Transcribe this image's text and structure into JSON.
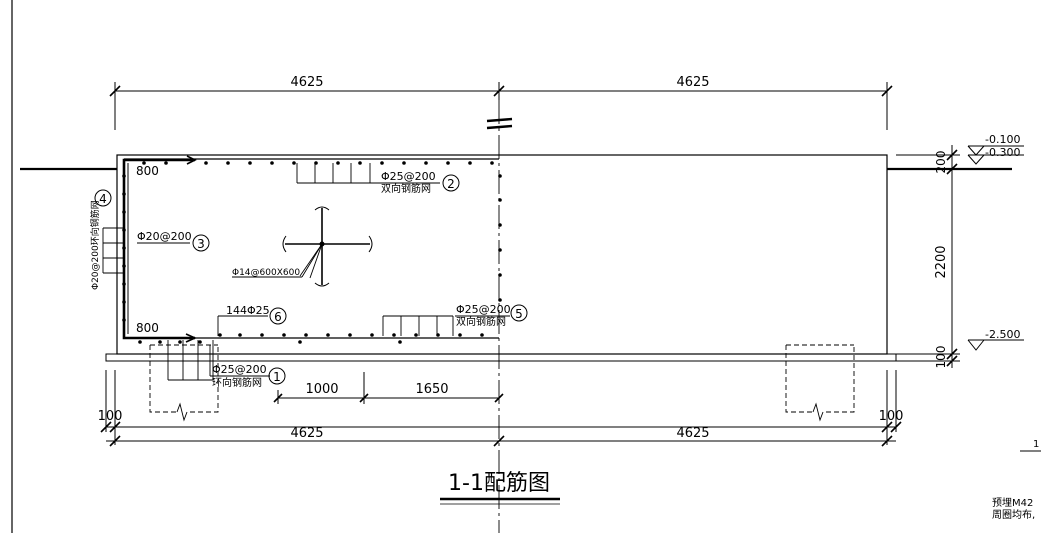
{
  "dims": {
    "top_left": "4625",
    "top_right": "4625",
    "bottom_left": "4625",
    "bottom_right": "4625",
    "inner_a": "1000",
    "inner_b": "1650",
    "left_100": "100",
    "right_100": "100",
    "h_200": "200",
    "h_2200": "2200",
    "h_100": "100"
  },
  "elevations": {
    "e1": "-0.100",
    "e2": "-0.300",
    "e3": "-2.500"
  },
  "labels": {
    "top_800": "800",
    "bottom_800": "800",
    "rebar_top": "Φ25@200",
    "rebar_top_note": "双向钢筋网",
    "rebar_wall": "Φ20@200",
    "rebar_wall_ring": "Φ20@200环向钢筋网",
    "grid_rebar": "Φ14@600X600",
    "bar_144": "144Φ25",
    "rebar_bot_right": "Φ25@200",
    "rebar_bot_right_note": "双向钢筋网",
    "rebar_bot_left": "Φ25@200",
    "rebar_bot_left_note": "环向钢筋网"
  },
  "callouts": {
    "c1": "1",
    "c2": "2",
    "c3": "3",
    "c4": "4",
    "c5": "5",
    "c6": "6"
  },
  "title": "1-1配筋图",
  "side_note_1": "预埋M42",
  "side_note_2": "周圈均布,",
  "edge_mark": "1"
}
